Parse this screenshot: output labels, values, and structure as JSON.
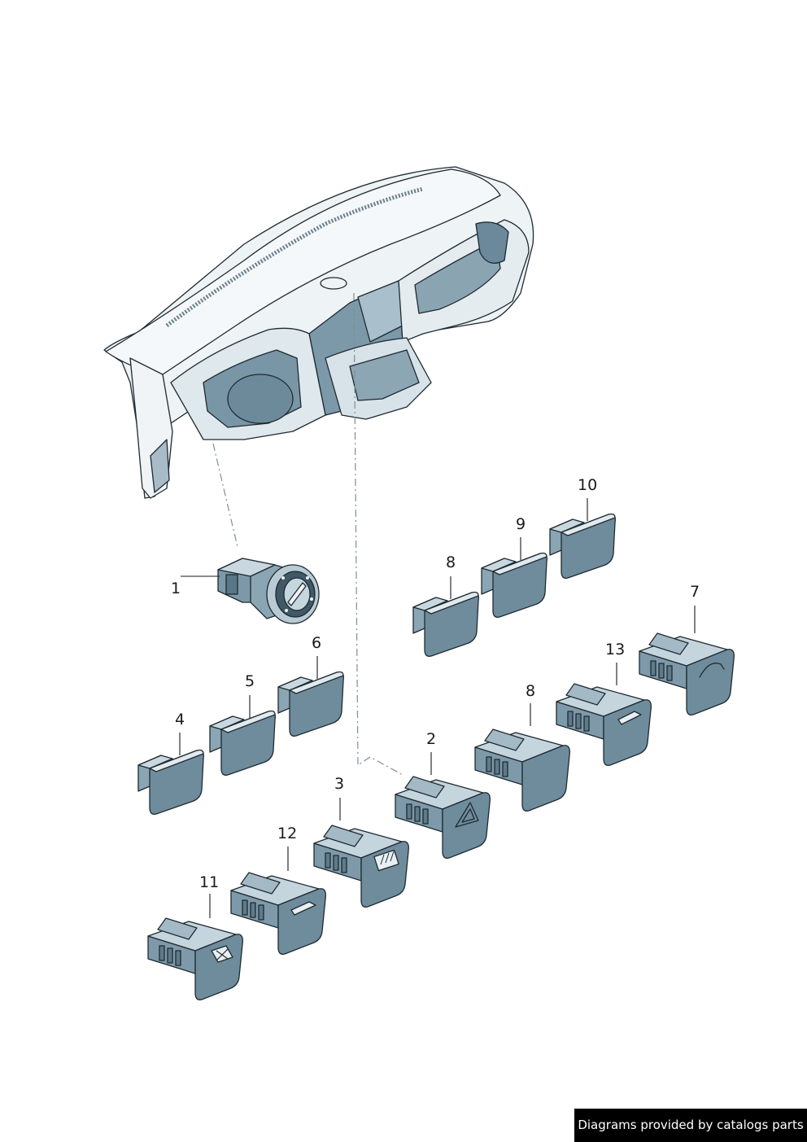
{
  "callouts": [
    {
      "id": "c1",
      "label": "1"
    },
    {
      "id": "c2",
      "label": "2"
    },
    {
      "id": "c3",
      "label": "3"
    },
    {
      "id": "c4",
      "label": "4"
    },
    {
      "id": "c5",
      "label": "5"
    },
    {
      "id": "c6",
      "label": "6"
    },
    {
      "id": "c7",
      "label": "7"
    },
    {
      "id": "c8a",
      "label": "8"
    },
    {
      "id": "c8b",
      "label": "8"
    },
    {
      "id": "c9",
      "label": "9"
    },
    {
      "id": "c10",
      "label": "10"
    },
    {
      "id": "c11",
      "label": "11"
    },
    {
      "id": "c12",
      "label": "12"
    },
    {
      "id": "c13",
      "label": "13"
    }
  ],
  "colors": {
    "part_face": "#7a97a7",
    "part_dark": "#5d7a8a",
    "part_light": "#dde8ee",
    "outline": "#1f2a30"
  },
  "credit": {
    "text": "Diagrams provided by catalogs parts"
  }
}
